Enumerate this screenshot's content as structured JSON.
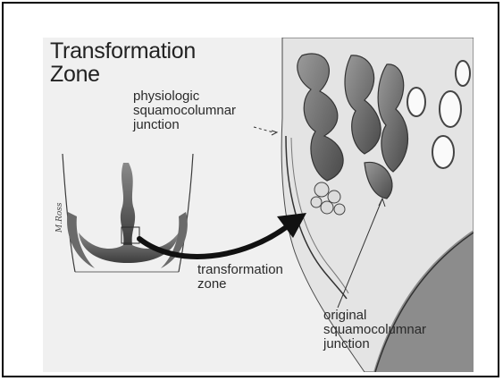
{
  "diagram": {
    "title": "Transformation\nZone",
    "labels": {
      "physiologic_scj": "physiologic\nsquamocolumnar\njunction",
      "transformation_zone": "transformation\nzone",
      "original_scj": "original\nsquamocolumnar\njunction"
    },
    "signature": "M.Ross",
    "colors": {
      "background": "#f0f0f0",
      "ink": "#2a2a2a",
      "shade": "#6e6e6e",
      "arrow": "#111111"
    }
  }
}
